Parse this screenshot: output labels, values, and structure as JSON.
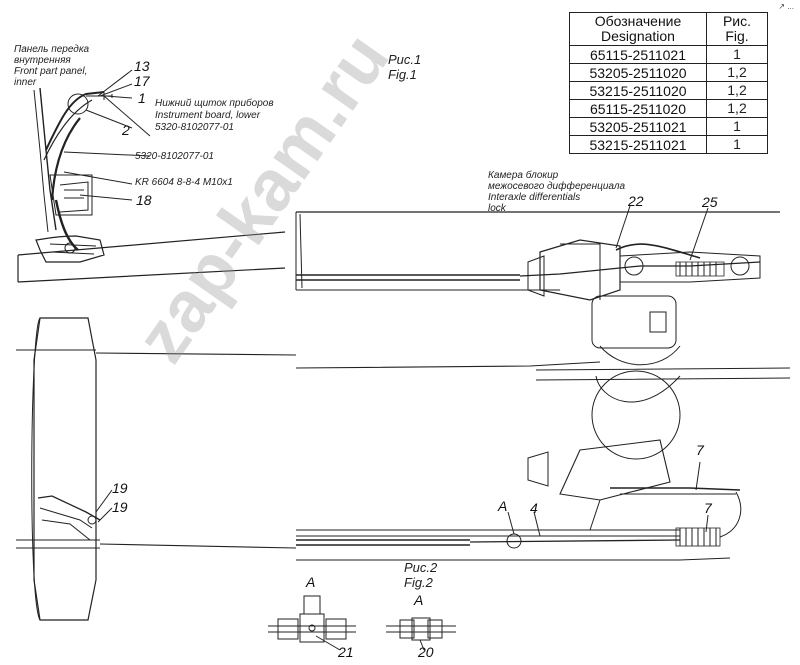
{
  "table": {
    "header_designation": "Обозначение\nDesignation",
    "header_fig": "Рис.\nFig.",
    "rows": [
      {
        "code": "65115-2511021",
        "fig": "1"
      },
      {
        "code": "53205-2511020",
        "fig": "1,2"
      },
      {
        "code": "53215-2511020",
        "fig": "1,2"
      },
      {
        "code": "65115-2511020",
        "fig": "1,2"
      },
      {
        "code": "53205-2511021",
        "fig": "1"
      },
      {
        "code": "53215-2511021",
        "fig": "1"
      }
    ]
  },
  "figures": {
    "fig1_ru": "Рис.1",
    "fig1_en": "Fig.1",
    "fig2_ru": "Рис.2",
    "fig2_en": "Fig.2"
  },
  "labels": {
    "front_panel_ru1": "Панель передка",
    "front_panel_ru2": "внутренняя",
    "front_panel_en1": "Front part panel,",
    "front_panel_en2": "inner",
    "instrument_ru": "Нижний щиток приборов",
    "instrument_en": "Instrument board, lower",
    "part_8102077_01a": "5320-8102077-01",
    "part_8102077_01b": "5320-8102077-01",
    "fitting": "KR 6604 8-8-4 M10x1",
    "chamber_ru1": "Камера блокир",
    "chamber_ru2": "межосевого дифференциала",
    "chamber_en1": "Interaxle differentials",
    "chamber_en2": "lock",
    "detail_a1": "A",
    "detail_a2": "A",
    "detail_a3": "A"
  },
  "callouts": {
    "n13": "13",
    "n17": "17",
    "n1": "1",
    "n2": "2",
    "n18": "18",
    "n22": "22",
    "n25": "25",
    "n19a": "19",
    "n19b": "19",
    "n4": "4",
    "n7a": "7",
    "n7b": "7",
    "n21": "21",
    "n20": "20"
  },
  "watermark": "zap-kam.ru",
  "corner_mark": "↗ ..."
}
